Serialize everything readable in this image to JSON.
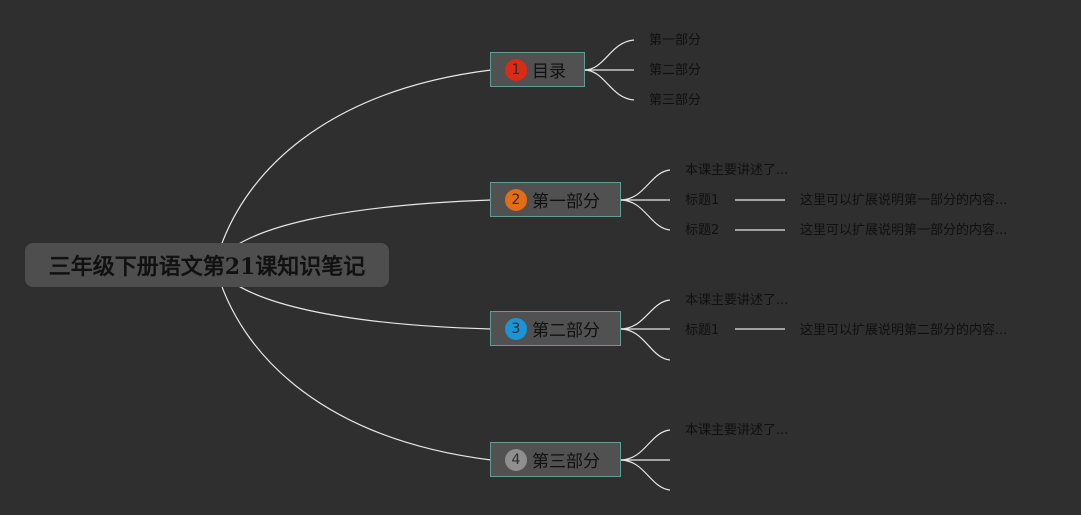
{
  "root": {
    "title": "三年级下册语文第21课知识笔记"
  },
  "branches": [
    {
      "number": "1",
      "label": "目录",
      "badge_color": "#d92b15",
      "children": [
        "第一部分",
        "第二部分",
        "第三部分"
      ]
    },
    {
      "number": "2",
      "label": "第一部分",
      "badge_color": "#e36d16",
      "children": [
        "本课主要讲述了...",
        "标题1",
        "标题2"
      ],
      "details": [
        "这里可以扩展说明第一部分的内容...",
        "这里可以扩展说明第一部分的内容..."
      ]
    },
    {
      "number": "3",
      "label": "第二部分",
      "badge_color": "#1b93d5",
      "children": [
        "本课主要讲述了...",
        "标题1"
      ],
      "details": [
        "这里可以扩展说明第二部分的内容..."
      ]
    },
    {
      "number": "4",
      "label": "第三部分",
      "badge_color": "#8f8f8f",
      "children": [
        "本课主要讲述了..."
      ]
    }
  ],
  "colors": {
    "background": "#2f2f2f",
    "connector": "#e8e8e8",
    "node_border": "#5f9e94"
  }
}
